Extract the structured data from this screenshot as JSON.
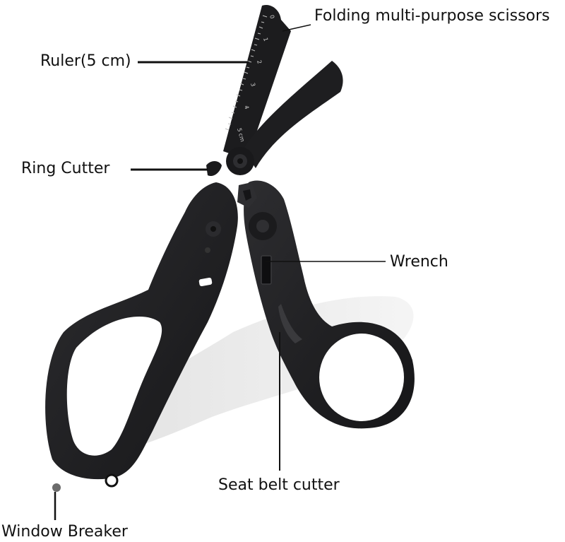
{
  "callouts": {
    "folding_scissors": "Folding multi-purpose scissors",
    "ruler": "Ruler(5 cm)",
    "ring_cutter": "Ring Cutter",
    "wrench": "Wrench",
    "seat_belt_cutter": "Seat belt cutter",
    "window_breaker": "Window Breaker"
  },
  "ruler_scale": {
    "ticks": [
      "0",
      "1",
      "2",
      "3",
      "4",
      "5 cm"
    ]
  },
  "colors": {
    "tool_body": "#1c1c1e",
    "tool_highlight": "#3a3a3d",
    "shadow": "#d9d9d9",
    "leader_line": "#111111",
    "background": "#ffffff"
  }
}
